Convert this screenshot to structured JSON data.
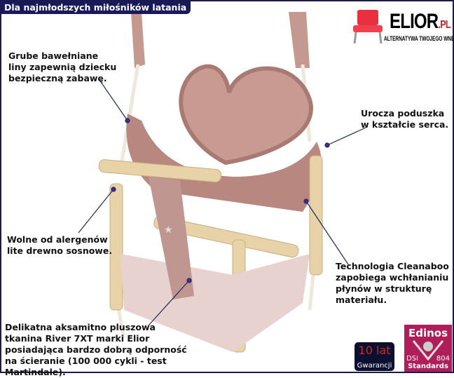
{
  "header": {
    "title": "Dla najmłodszych miłośników latania"
  },
  "logo": {
    "name": "ELIOR",
    "suffix": ".PL",
    "tagline": "ALTERNATYWA TWOJEGO WNĘTRZA"
  },
  "notes": [
    {
      "lines": [
        "Grube bawełniane",
        "liny zapewnią dziecku",
        "bezpieczną zabawę."
      ]
    },
    {
      "lines": [
        "Urocza poduszka",
        "w kształcie serca."
      ]
    },
    {
      "lines": [
        "Wolne od alergenów",
        "lite drewno sosnowe."
      ]
    },
    {
      "lines": [
        "Technologia Cleanaboo",
        "zapobiega wchłanianiu",
        "płynów w strukturę",
        "materiału."
      ]
    },
    {
      "lines": [
        "Delikatna aksamitno pluszowa",
        "tkanina River 7XT marki Elior",
        "posiadająca bardzo dobrą odporność",
        "na ścieranie (100 000 cykli - test",
        "Martindale)."
      ]
    }
  ],
  "badges": {
    "warranty": {
      "big": "10 lat",
      "small": "Gwarancji"
    },
    "edinos": {
      "name": "Edinos",
      "left": "DSI",
      "right": "804",
      "bottom": "Standards"
    }
  },
  "colors": {
    "frame": "#1a1a4e",
    "velvet": "#c89a92",
    "wood": "#e8d2a8",
    "edinos": "#b01e5a"
  }
}
